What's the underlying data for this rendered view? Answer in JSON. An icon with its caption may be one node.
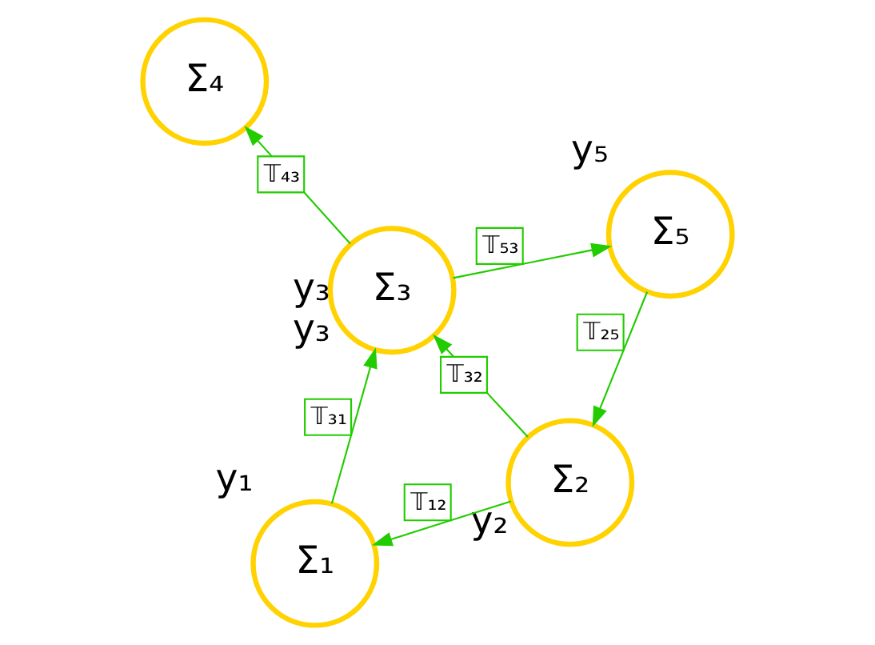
{
  "diagram": {
    "nodes": [
      {
        "text": [
          "Σ₁"
        ],
        "beside": [
          "y₁"
        ]
      },
      {
        "text": [
          "Σ₂"
        ],
        "beside": [
          "y₂"
        ]
      },
      {
        "text": [
          "Σ₃"
        ],
        "beside": [
          "y₃",
          "y₃"
        ]
      },
      {
        "text": [
          "Σ₄"
        ]
      },
      {
        "text": [
          "Σ₅"
        ],
        "beside": [
          "y₅"
        ]
      }
    ],
    "edges": [
      {
        "from": 1,
        "to": 0,
        "arrow": "to",
        "label": "𝕋₁₂"
      },
      {
        "from": 0,
        "to": 2,
        "arrow": "to",
        "label": "𝕋₃₁"
      },
      {
        "from": 1,
        "to": 2,
        "arrow": "to",
        "label": "𝕋₃₂"
      },
      {
        "from": 2,
        "to": 3,
        "arrow": "to",
        "label": "𝕋₄₃"
      },
      {
        "from": 2,
        "to": 4,
        "arrow": "to",
        "label": "𝕋₅₃"
      },
      {
        "from": 4,
        "to": 1,
        "arrow": "to",
        "label": "𝕋₂₅"
      }
    ]
  }
}
